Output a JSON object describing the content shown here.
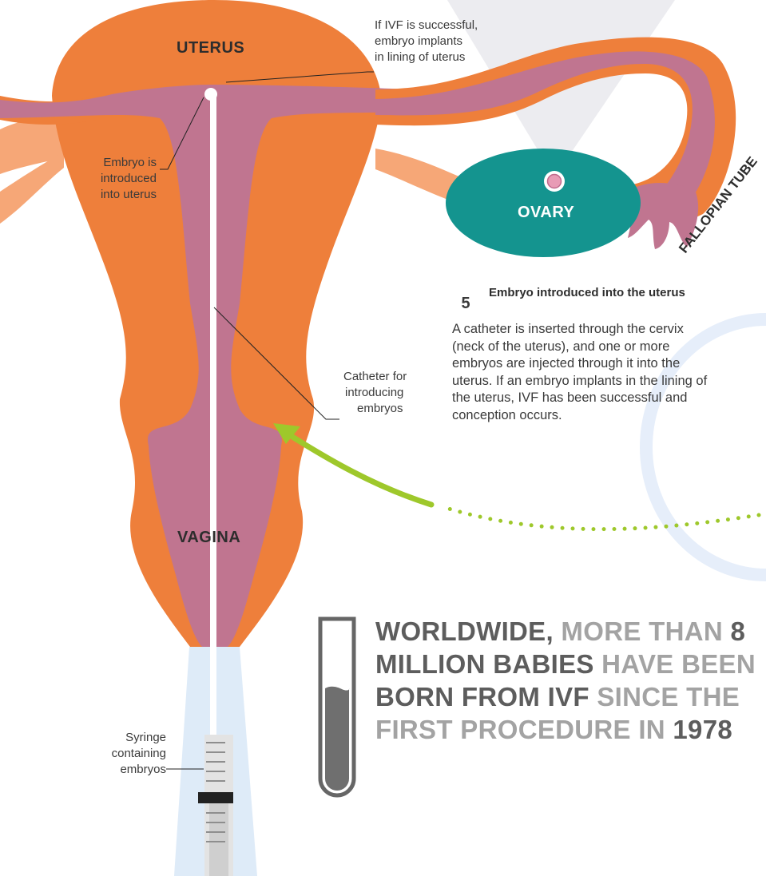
{
  "labels": {
    "uterus": "UTERUS",
    "ovary": "OVARY",
    "fallopian_tube": "FALLOPIAN TUBE",
    "vagina": "VAGINA"
  },
  "annotations": {
    "implant_line1": "If IVF is successful,",
    "implant_line2": "embryo implants",
    "implant_line3": "in lining of uterus",
    "embryo_line1": "Embryo is",
    "embryo_line2": "introduced",
    "embryo_line3": "into uterus",
    "catheter_line1": "Catheter for",
    "catheter_line2": "introducing",
    "catheter_line3": "embryos",
    "syringe_line1": "Syringe",
    "syringe_line2": "containing",
    "syringe_line3": "embryos"
  },
  "step": {
    "number": "5",
    "title": "Embryo introduced into the uterus",
    "body": "A catheter is inserted through the cervix (neck of the uterus), and one or more embryos are injected through it into the uterus. If an embryo implants in the lining of the uterus, IVF has been successful and conception occurs."
  },
  "fact": {
    "p1": "WORLDWIDE,",
    "p2": " MORE THAN ",
    "p3": "8 MILLION BABIES",
    "p4": " HAVE BEEN ",
    "p5": "BORN FROM IVF",
    "p6": " SINCE THE FIRST PROCEDURE IN ",
    "p7": "1978"
  },
  "colors": {
    "organ_orange": "#ee7f3b",
    "lining_mauve": "#c07590",
    "ovary_teal": "#14948f",
    "arrow_green": "#9ec82b",
    "tube_fluid_gray": "#6f6f6f"
  }
}
